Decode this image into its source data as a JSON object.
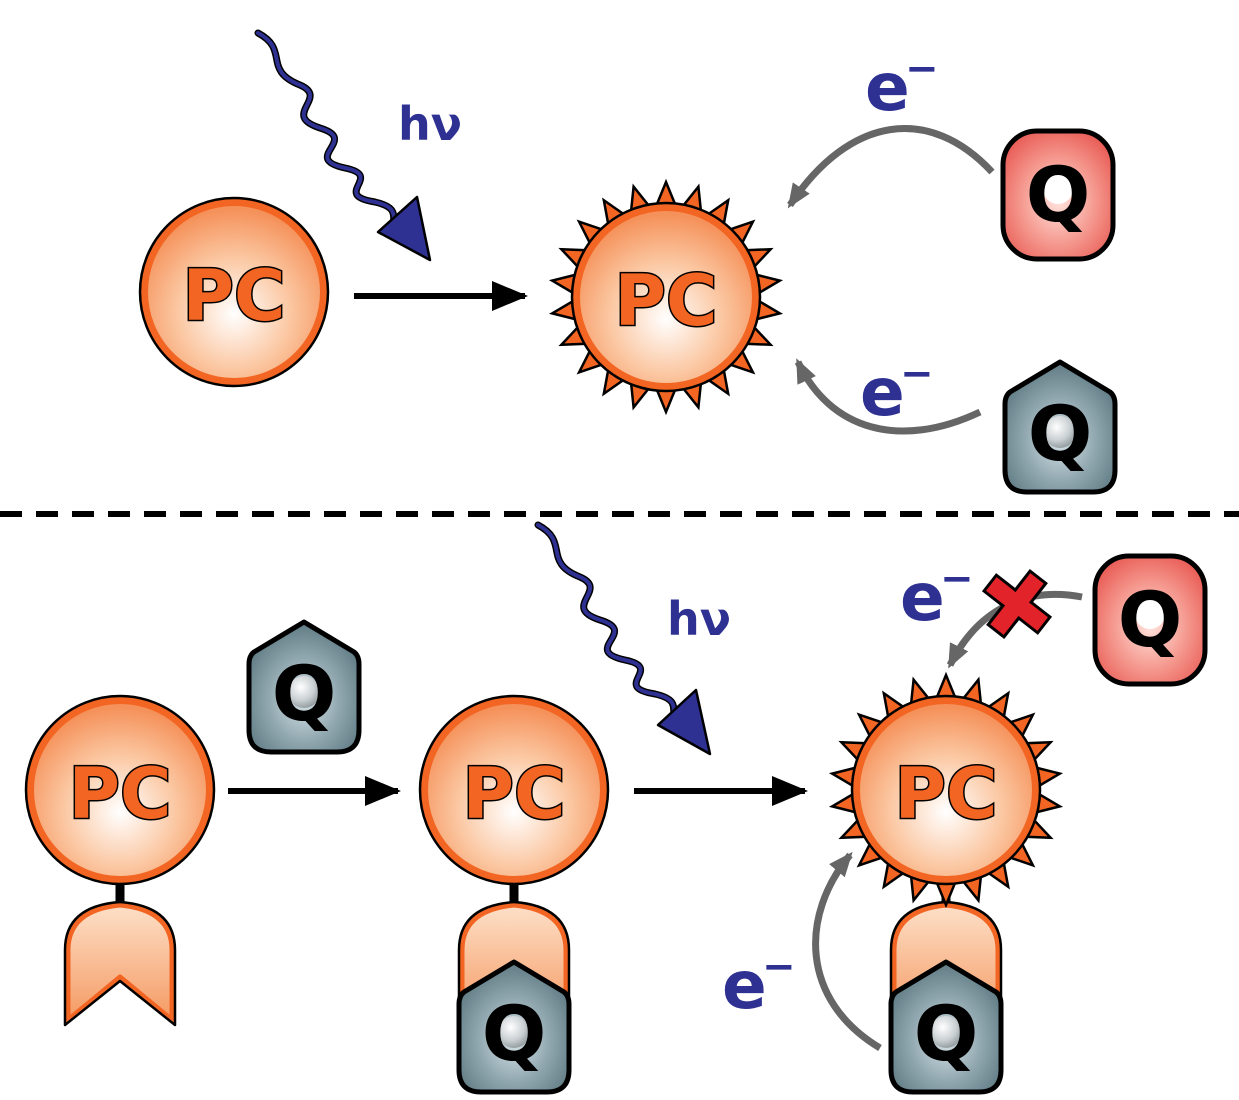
{
  "labels": {
    "photocatalyst": "PC",
    "quencher": "Q",
    "light": "hν",
    "electron": "e",
    "electron_charge": "−"
  },
  "colors": {
    "pc_fill": "#f7a46e",
    "pc_stroke": "#f26522",
    "red_q": "#ee6f6a",
    "gray_q": "#6d8790",
    "light_wave": "#2e3192",
    "electron_arrow": "#666666",
    "block_cross": "#e3232a"
  }
}
